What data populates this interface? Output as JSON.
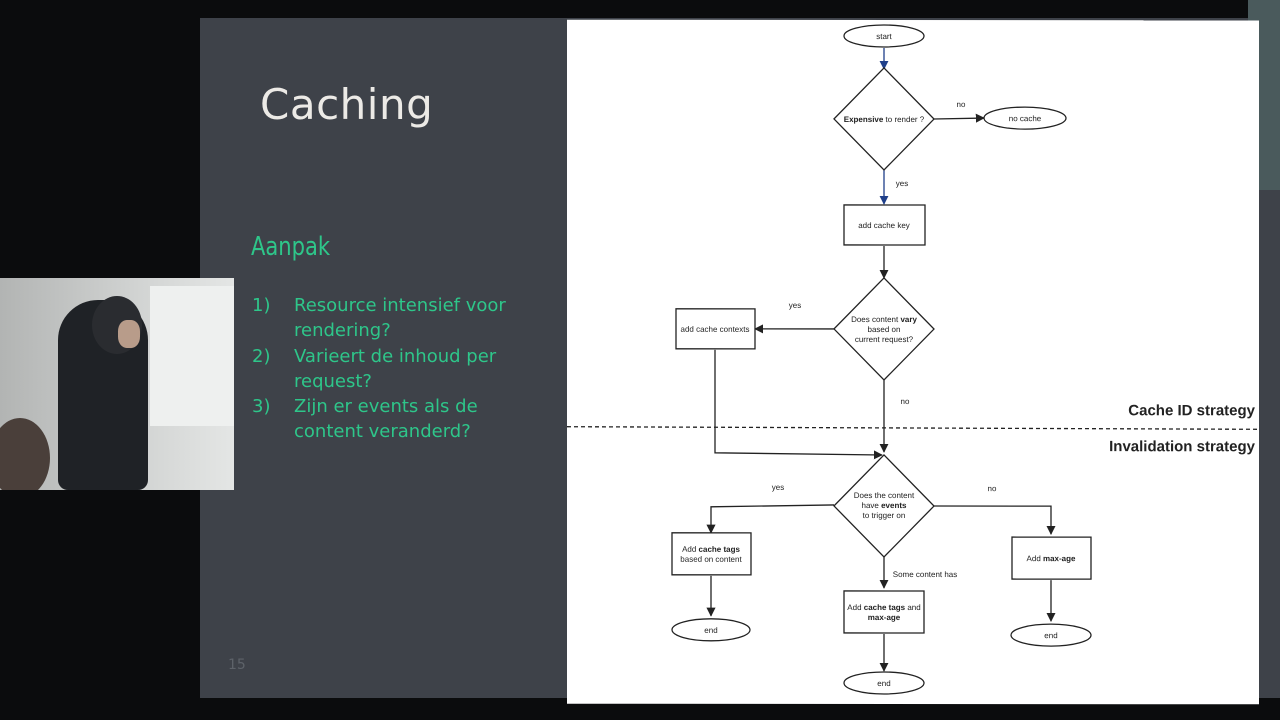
{
  "slide": {
    "title": "Caching",
    "heading": "Aanpak",
    "steps": [
      {
        "num": "1)",
        "text": "Resource intensief voor rendering?"
      },
      {
        "num": "2)",
        "text": "Varieert de inhoud per request?"
      },
      {
        "num": "3)",
        "text": "Zijn er events als de content veranderd?"
      }
    ],
    "page_number": "15"
  },
  "flowchart": {
    "start": "start",
    "q1": {
      "bold": "Expensive",
      "rest": " to render ?"
    },
    "no_label_1": "no",
    "no_cache": "no cache",
    "yes_label_1": "yes",
    "add_cache_key": "add cache key",
    "q2": {
      "line1a": "Does content ",
      "line1b": "vary",
      "line2": "based on",
      "line3": "current request?"
    },
    "yes_label_2": "yes",
    "add_cache_contexts": "add cache contexts",
    "no_label_2": "no",
    "cache_id_strategy": "Cache ID strategy",
    "invalidation_strategy": "Invalidation strategy",
    "q3": {
      "line1": "Does the content",
      "line2a": "have ",
      "line2b": "events",
      "line3": "to trigger on"
    },
    "yes_label_3": "yes",
    "no_label_3": "no",
    "some_content_has": "Some content has",
    "add_cache_tags": {
      "a": "Add ",
      "b": "cache tags",
      "c": "based on content"
    },
    "add_max_age": {
      "a": "Add ",
      "b": "max-age"
    },
    "add_tags_and_max_age": {
      "a": "Add ",
      "b": "cache tags",
      "c": " and",
      "d": "max-age"
    },
    "end": "end"
  }
}
